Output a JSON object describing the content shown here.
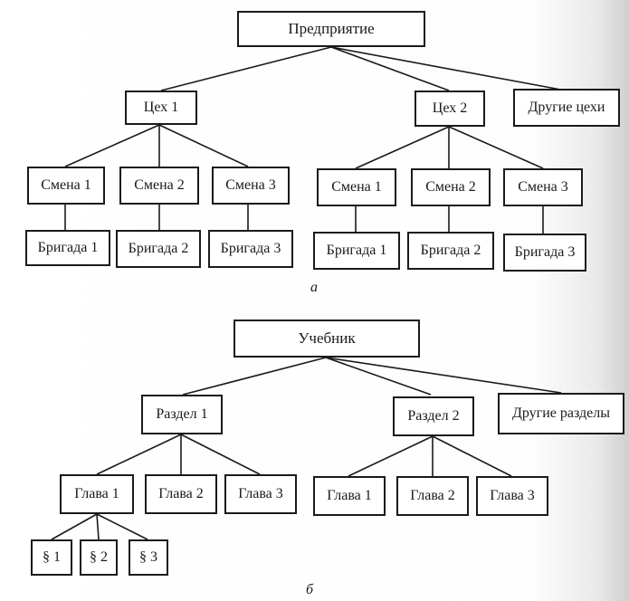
{
  "diagram_a": {
    "root": "Предприятие",
    "workshops": [
      "Цех 1",
      "Цех 2",
      "Другие цехи"
    ],
    "shifts": [
      "Смена 1",
      "Смена 2",
      "Смена 3"
    ],
    "brigades": [
      "Бригада 1",
      "Бригада 2",
      "Бригада 3"
    ],
    "caption": "а"
  },
  "diagram_b": {
    "root": "Учебник",
    "sections": [
      "Раздел  1",
      "Раздел  2",
      "Другие разделы"
    ],
    "chapters": [
      "Глава 1",
      "Глава 2",
      "Глава 3"
    ],
    "paragraphs": [
      "§ 1",
      "§ 2",
      "§ 3"
    ],
    "caption": "б"
  }
}
